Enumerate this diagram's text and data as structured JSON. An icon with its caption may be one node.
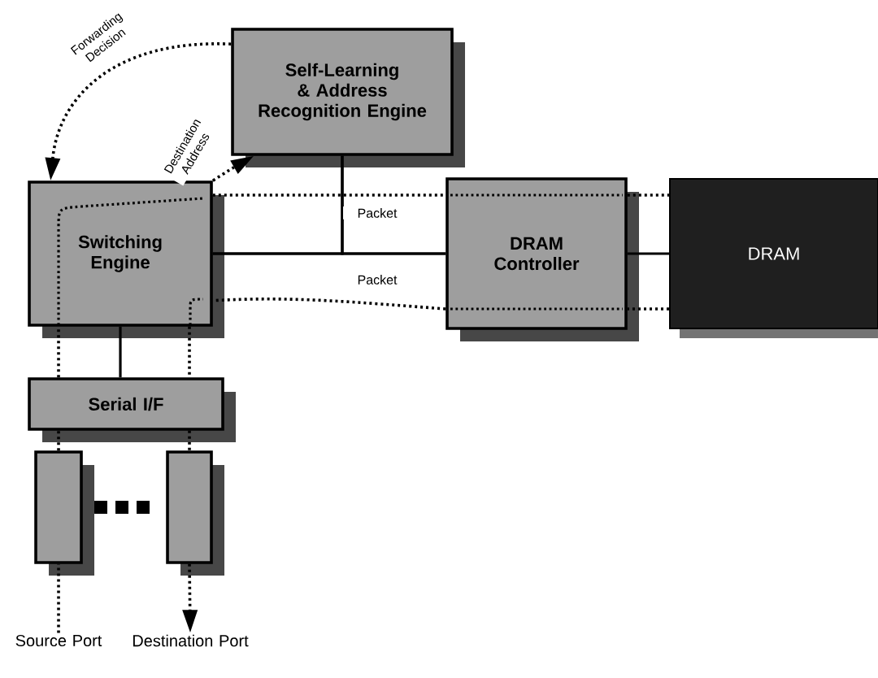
{
  "diagram": {
    "nodes": [
      {
        "text": [
          "Self-Learning & Address Recognition Engine"
        ]
      },
      {
        "text": [
          "Switching Engine"
        ]
      },
      {
        "text": [
          "DRAM Controller"
        ]
      },
      {
        "text": [
          "DRAM"
        ]
      },
      {
        "text": [
          "Serial I/F"
        ]
      },
      {
        "text": [],
        "shape": "box"
      },
      {
        "text": [],
        "shape": "box"
      },
      {
        "text": [
          "Source Port"
        ]
      },
      {
        "text": [
          "Destination Port"
        ]
      }
    ],
    "edges": [
      {
        "from": 0,
        "to": 1,
        "arrow": "to",
        "style": "dashed",
        "label": "Forwarding Decision"
      },
      {
        "from": 1,
        "to": 0,
        "arrow": "to",
        "style": "dashed",
        "label": "Destination Address"
      },
      {
        "from": 1,
        "to": 2,
        "arrow": "none",
        "style": "dashed",
        "label": "Packet"
      },
      {
        "from": 2,
        "to": 3,
        "arrow": "none",
        "style": "dashed"
      },
      {
        "from": 3,
        "to": 2,
        "arrow": "none",
        "style": "dashed"
      },
      {
        "from": 2,
        "to": 1,
        "arrow": "none",
        "style": "dashed",
        "label": "Packet"
      },
      {
        "from": 7,
        "to": 5,
        "arrow": "none",
        "style": "dashed"
      },
      {
        "from": 5,
        "to": 4,
        "arrow": "none",
        "style": "dashed"
      },
      {
        "from": 4,
        "to": 1,
        "arrow": "none",
        "style": "dashed"
      },
      {
        "from": 1,
        "to": 4,
        "arrow": "none",
        "style": "dashed"
      },
      {
        "from": 4,
        "to": 6,
        "arrow": "none",
        "style": "dashed"
      },
      {
        "from": 6,
        "to": 8,
        "arrow": "to",
        "style": "dashed"
      },
      {
        "from": 1,
        "to": 2,
        "arrow": "none"
      },
      {
        "from": 0,
        "to": 2,
        "arrow": "none"
      },
      {
        "from": 0,
        "to": 1,
        "arrow": "none"
      },
      {
        "from": 2,
        "to": 3,
        "arrow": "none"
      },
      {
        "from": 1,
        "to": 4,
        "arrow": "none"
      }
    ]
  }
}
